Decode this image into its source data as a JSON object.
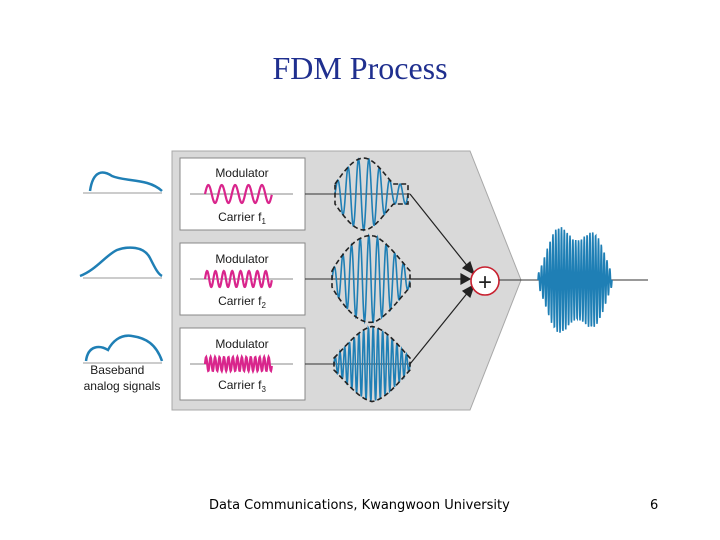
{
  "slide": {
    "title": "FDM Process",
    "footer": "Data Communications, Kwangwoon University",
    "page_number": "6"
  },
  "diagram": {
    "baseband_label": [
      "Baseband",
      "analog signals"
    ],
    "modulators": [
      {
        "label": "Modulator",
        "carrier": "Carrier f",
        "sub": "1"
      },
      {
        "label": "Modulator",
        "carrier": "Carrier f",
        "sub": "2"
      },
      {
        "label": "Modulator",
        "carrier": "Carrier f",
        "sub": "3"
      }
    ],
    "adder_symbol": "+",
    "colors": {
      "signal_blue": "#1f7fb5",
      "carrier_magenta": "#d9258c",
      "adder_red": "#c8202f",
      "panel_gray": "#d9d9d9",
      "title_blue": "#1f2f8f"
    }
  }
}
